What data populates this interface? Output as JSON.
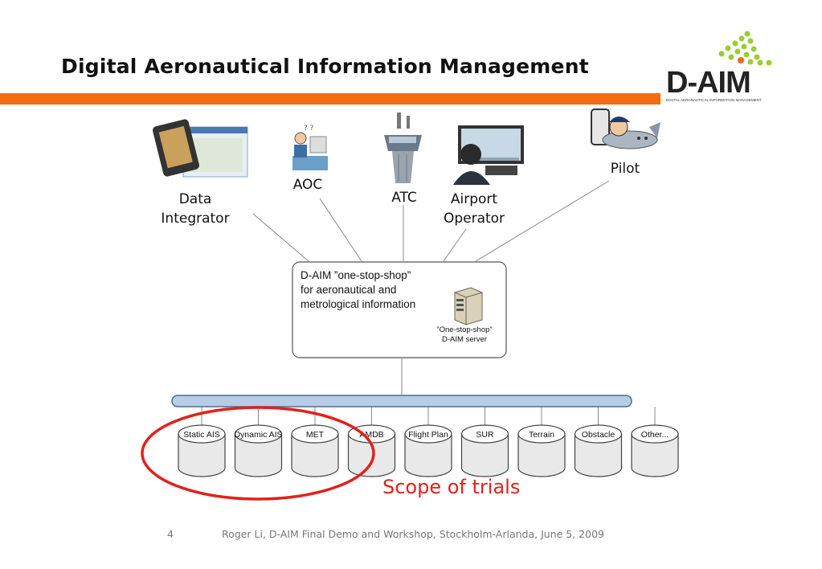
{
  "title": "Digital Aeronautical Information Management",
  "logo": {
    "text": "D-AIM",
    "subtitle": "DIGITAL AERONAUTICAL INFORMATION MANAGEMENT",
    "dot_color": "#9acd32",
    "accent_dot_color": "#f26c12"
  },
  "accent_color": "#f26c12",
  "actors": {
    "data_integrator": [
      "Data",
      "Integrator"
    ],
    "aoc": "AOC",
    "atc": "ATC",
    "airport_operator": [
      "Airport",
      "Operator"
    ],
    "pilot": "Pilot"
  },
  "hub": {
    "lines": [
      "D-AIM ”one-stop-shop”",
      "for aeronautical and",
      "metrological information"
    ],
    "server_caption": [
      "”One-stop-shop”",
      "D-AIM server"
    ]
  },
  "databases": [
    "Static AIS",
    "Dynamic AIS",
    "MET",
    "AMDB",
    "Flight Plan",
    "SUR",
    "Terrain",
    "Obstacle",
    "Other..."
  ],
  "scope_label": "Scope of trials",
  "scope_color": "#e3201b",
  "footer": {
    "page": "4",
    "text": "Roger Li, D-AIM Final Demo and Workshop, Stockholm-Arlanda, June 5, 2009"
  }
}
